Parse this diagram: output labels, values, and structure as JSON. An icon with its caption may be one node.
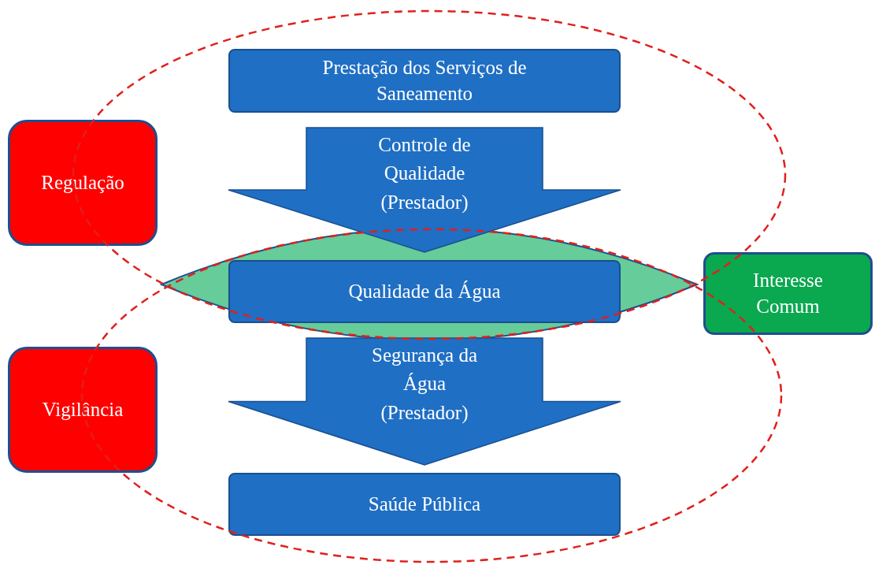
{
  "diagram": {
    "nodes": [
      {
        "text": [
          "Prestação dos Serviços de Saneamento"
        ]
      },
      {
        "text": [
          "Regulação"
        ]
      },
      {
        "text": [],
        "shape": "lens"
      },
      {
        "text": [
          "Qualidade da Água"
        ],
        "in": 2
      },
      {
        "text": [
          "Interesse Comum"
        ]
      },
      {
        "text": [
          "Vigilância"
        ]
      },
      {
        "text": [
          "Saúde Pública"
        ]
      }
    ],
    "edges": [
      {
        "from": 0,
        "to": 3,
        "arrow": "to",
        "label": "Controle de Qualidade (Prestador)"
      },
      {
        "from": 3,
        "to": 6,
        "arrow": "to",
        "label": "Segurança da Água (Prestador)"
      }
    ]
  }
}
